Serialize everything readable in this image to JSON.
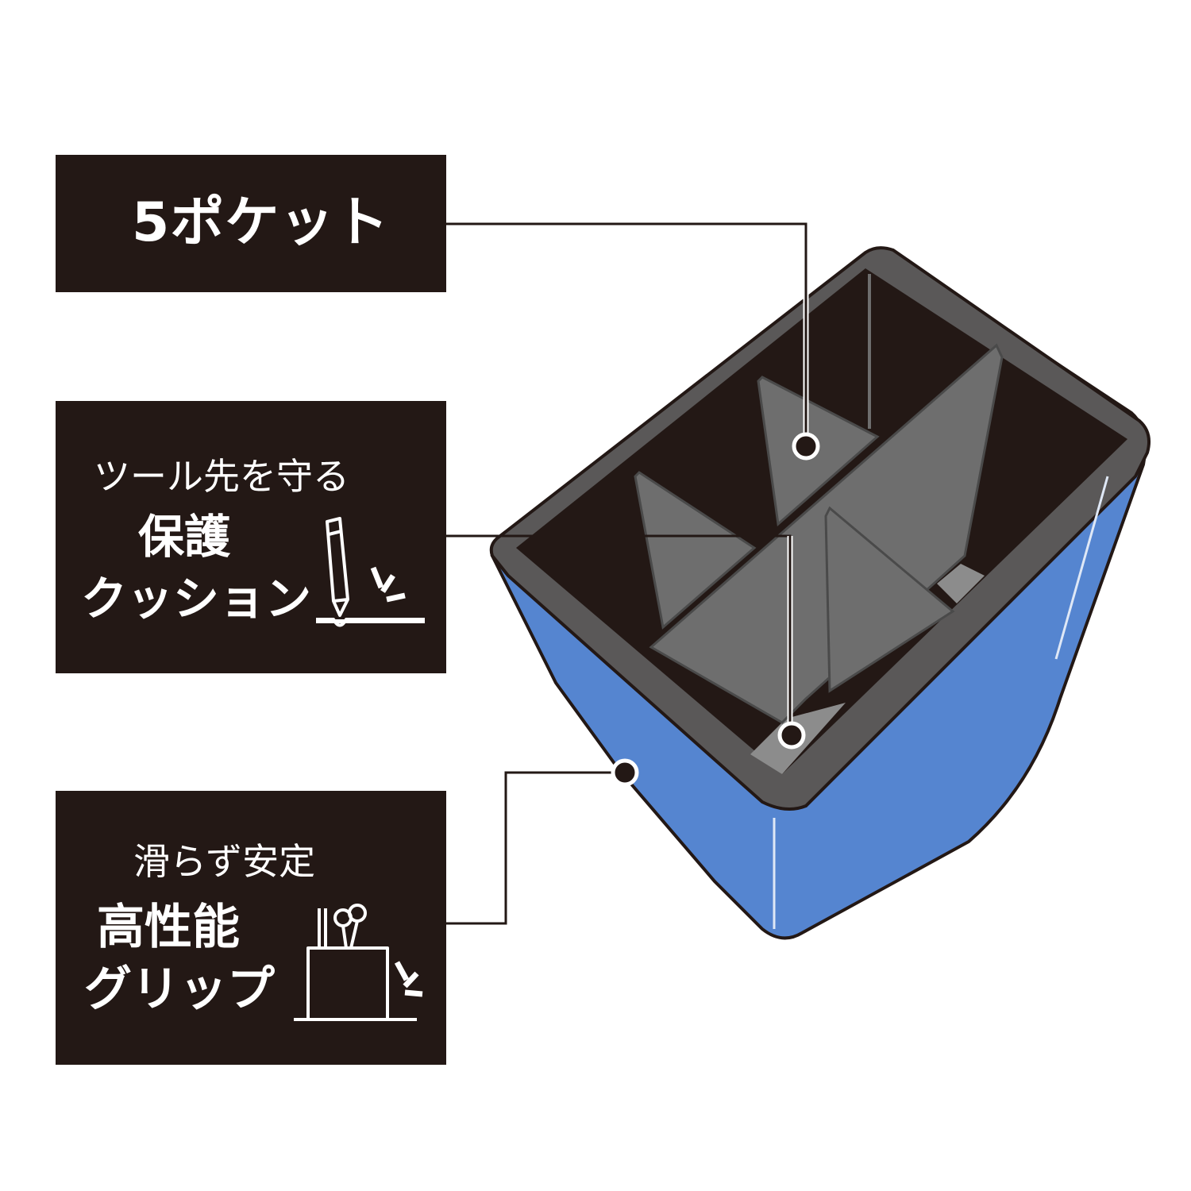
{
  "labels": {
    "pockets": {
      "text": "5ポケット"
    },
    "cushion": {
      "subtitle": "ツール先を守る",
      "line1": "保護",
      "line2": "クッション"
    },
    "grip": {
      "subtitle": "滑らず安定",
      "line1": "高性能",
      "line2": "グリップ"
    }
  },
  "colors": {
    "label_bg": "#231815",
    "label_text": "#ffffff",
    "case_blue": "#5585d0",
    "rim_gray": "#5a5858",
    "interior_black": "#231815",
    "divider_gray": "#6e6e6e",
    "leader_line": "#231815"
  },
  "icons": {
    "cushion": "pencil-tip-impact-icon",
    "grip": "pen-holder-stable-icon"
  }
}
